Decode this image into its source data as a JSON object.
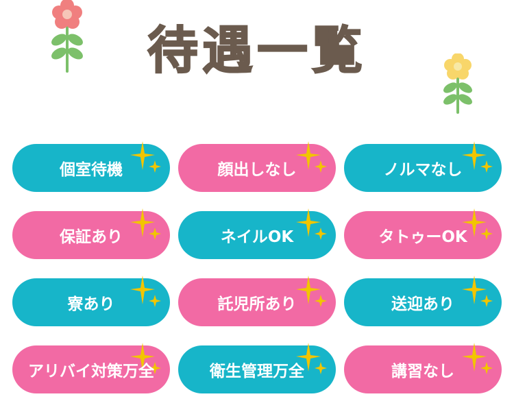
{
  "title": "待遇一覧",
  "colors": {
    "blue": "#17b5c9",
    "pink": "#f26aa4",
    "title": "#6b5b4e",
    "sparkle": "#f2c500"
  },
  "decorations": [
    "flower-red-icon",
    "flower-yellow-icon",
    "sparkle-icon"
  ],
  "items": [
    {
      "label": "個室待機",
      "color": "blue"
    },
    {
      "label": "顔出しなし",
      "color": "pink"
    },
    {
      "label": "ノルマなし",
      "color": "blue"
    },
    {
      "label": "保証あり",
      "color": "pink"
    },
    {
      "label": "ネイルOK",
      "color": "blue"
    },
    {
      "label": "タトゥーOK",
      "color": "pink"
    },
    {
      "label": "寮あり",
      "color": "blue"
    },
    {
      "label": "託児所あり",
      "color": "pink"
    },
    {
      "label": "送迎あり",
      "color": "blue"
    },
    {
      "label": "アリバイ対策万全",
      "color": "pink"
    },
    {
      "label": "衛生管理万全",
      "color": "blue"
    },
    {
      "label": "講習なし",
      "color": "pink"
    }
  ]
}
